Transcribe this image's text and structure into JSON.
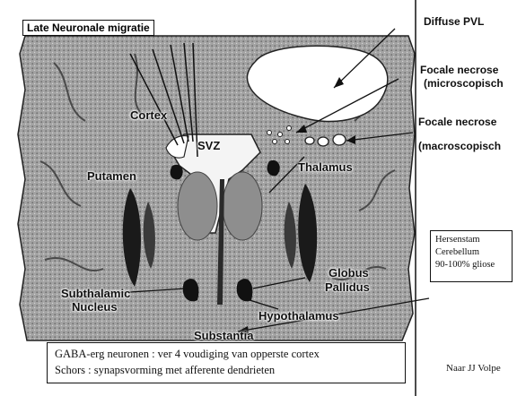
{
  "labels": {
    "title": "Late Neuronale migratie",
    "cortex": "Cortex",
    "svz": "SVZ",
    "putamen": "Putamen",
    "thalamus": "Thalamus",
    "globus": "Globus",
    "pallidus": "Pallidus",
    "subthalamic": "Subthalamic",
    "nucleus": "Nucleus",
    "hypothalamus": "Hypothalamus",
    "substantia": "Substantia",
    "diffuse_pvl": "Diffuse PVL",
    "focale_micro_1": "Focale necrose",
    "focale_micro_2": "(microscopisch",
    "focale_macro_1": "Focale necrose",
    "focale_macro_2": "(macroscopisch",
    "hersenstam_1": "Hersenstam",
    "hersenstam_2": "Cerebellum",
    "hersenstam_3": "90-100% gliose",
    "gaba_1": "GABA-erg neuronen : ver 4 voudiging van opperste cortex",
    "gaba_2": "Schors : synapsvorming met afferente dendrieten",
    "credit": "Naar JJ Volpe"
  },
  "colors": {
    "ink": "#111111",
    "tissue": "#9c9c9c",
    "lesion": "#ffffff",
    "ventricle": "#f4f4f4"
  }
}
